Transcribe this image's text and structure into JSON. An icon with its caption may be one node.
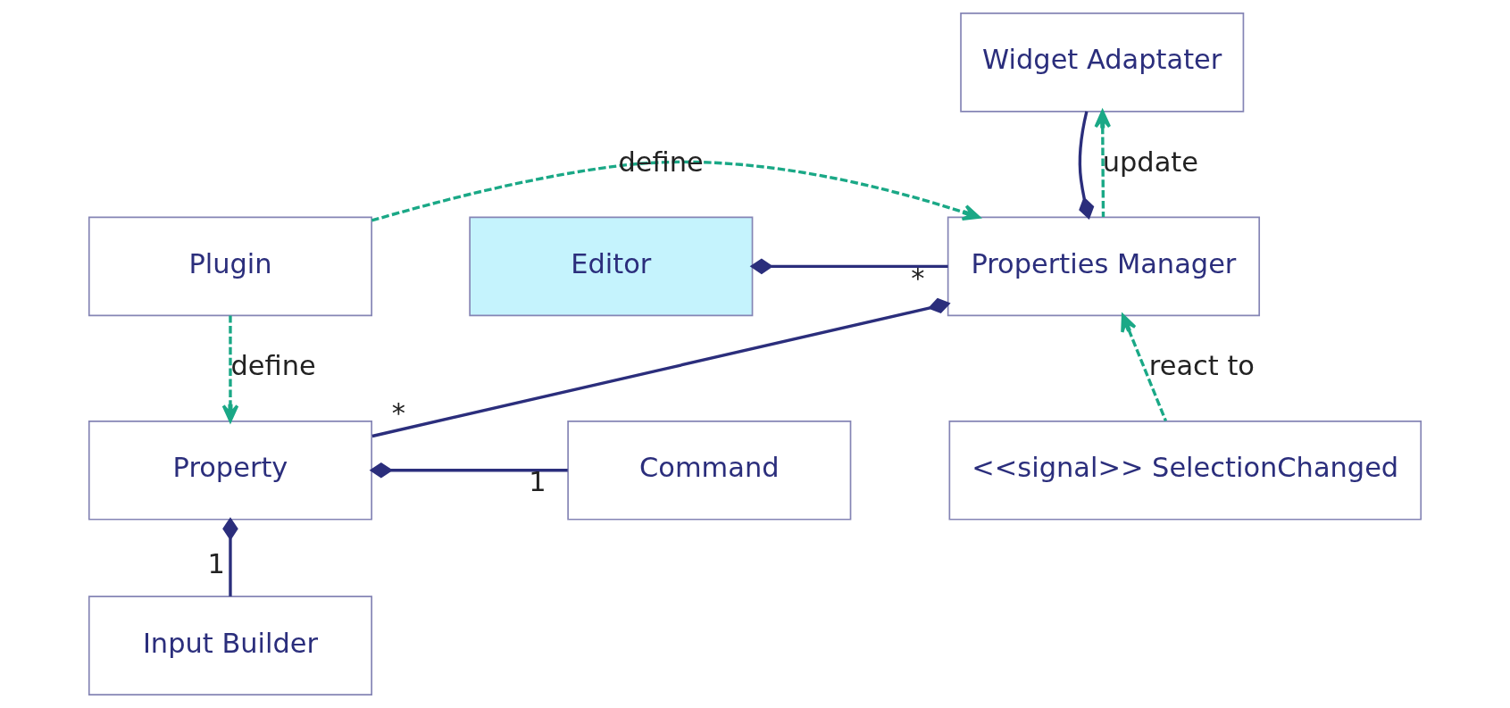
{
  "diagram": {
    "nodes": [
      {
        "text": [
          "Widget Adaptater"
        ]
      },
      {
        "text": [
          "Editor"
        ]
      },
      {
        "text": [
          "Properties Manager"
        ]
      },
      {
        "text": [
          "Plugin"
        ]
      },
      {
        "text": [
          "<<signal>> SelectionChanged"
        ]
      },
      {
        "text": [
          "Property"
        ]
      },
      {
        "text": [
          "Command"
        ]
      },
      {
        "text": [
          "Input Builder"
        ]
      }
    ],
    "edges": [
      {
        "from": 2,
        "to": 0,
        "arrow": "other"
      },
      {
        "from": 2,
        "to": 0,
        "arrow": "to",
        "label": "update",
        "style": "dashed",
        "color": "#1aa886"
      },
      {
        "from": 1,
        "to": 2,
        "arrow": "other",
        "label": "*"
      },
      {
        "from": 4,
        "to": 2,
        "arrow": "to",
        "label": "react to",
        "style": "dashed",
        "color": "#1aa886"
      },
      {
        "from": 3,
        "to": 2,
        "arrow": "to",
        "label": "define",
        "style": "dashed",
        "color": "#1aa886"
      },
      {
        "from": 3,
        "to": 5,
        "arrow": "to",
        "label": "define",
        "style": "dashed",
        "color": "#1aa886"
      },
      {
        "from": 2,
        "to": 5,
        "arrow": "other",
        "label": "*"
      },
      {
        "from": 5,
        "to": 6,
        "arrow": "other",
        "label": "1"
      },
      {
        "from": 5,
        "to": 7,
        "arrow": "other",
        "label": "1"
      }
    ]
  }
}
